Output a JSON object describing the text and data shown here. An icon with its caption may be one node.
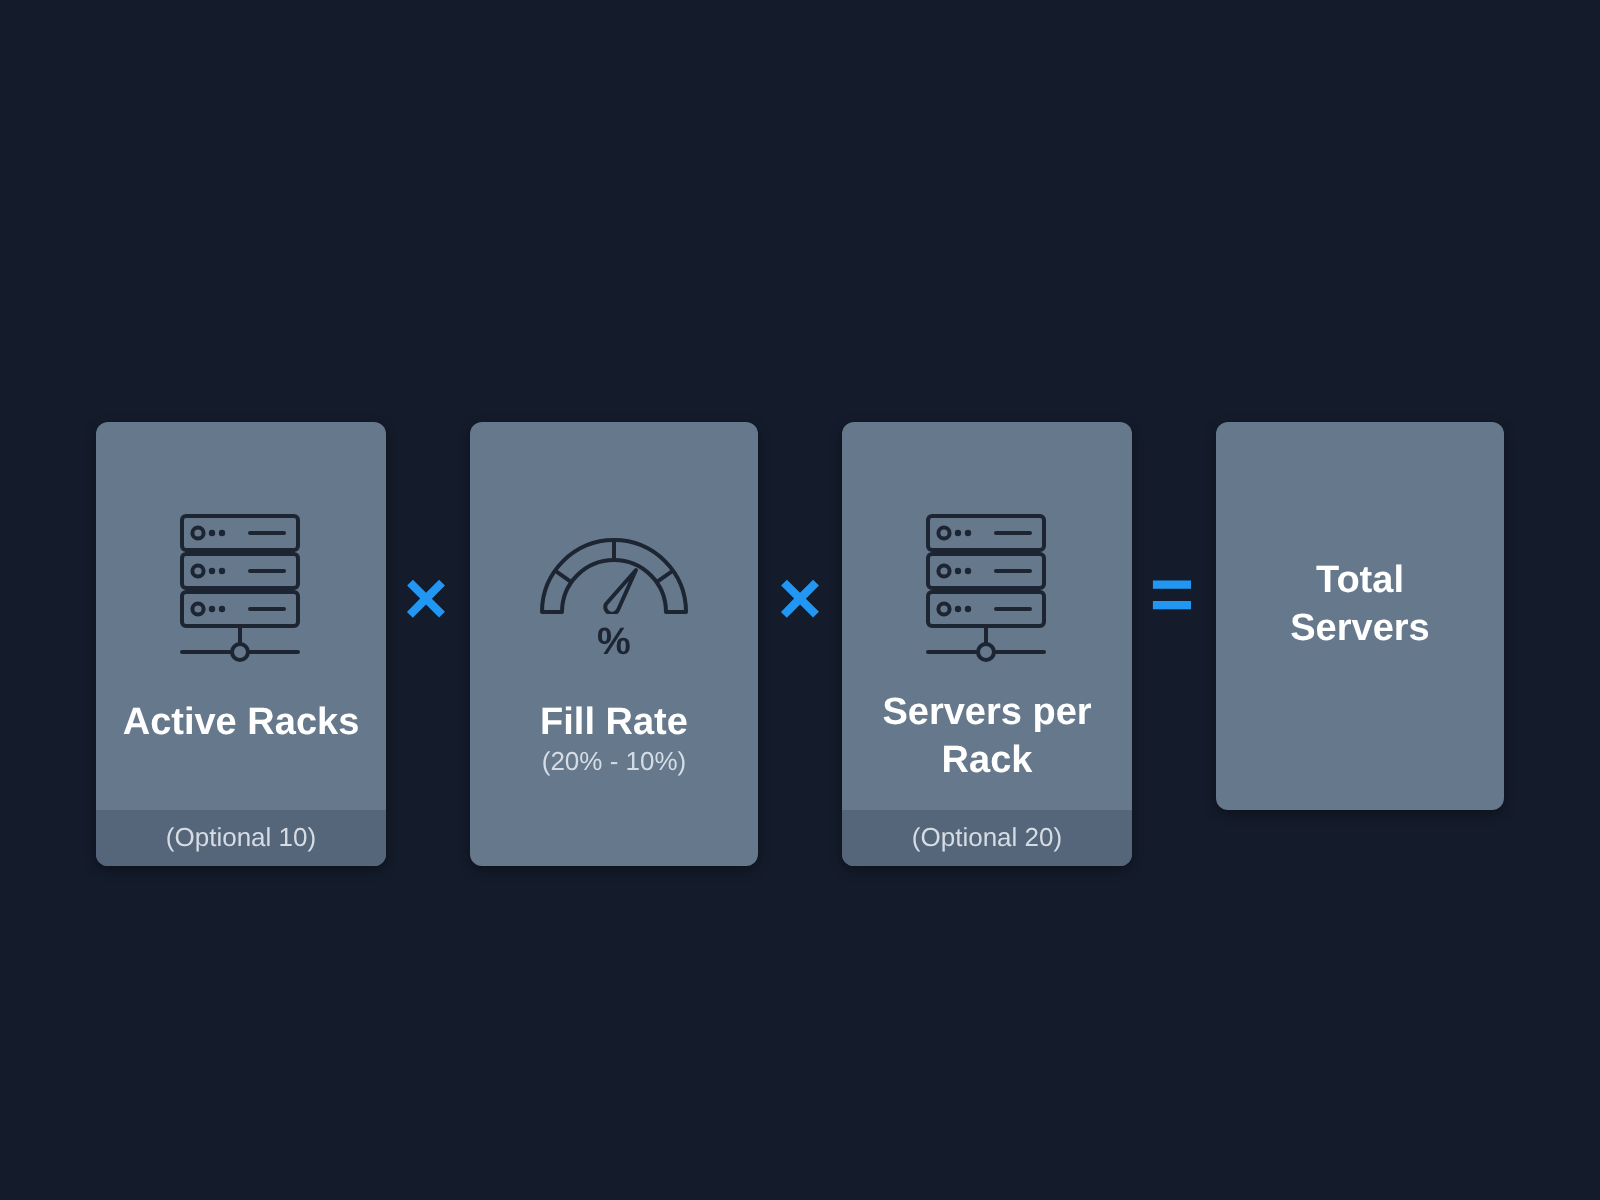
{
  "diagram": {
    "nodes": [
      {
        "text": [
          "Active Racks",
          "(Optional 10)"
        ]
      },
      {
        "text": [
          "%",
          "Fill Rate",
          "(20% - 10%)"
        ]
      },
      {
        "text": [
          "Servers per Rack",
          "(Optional 20)"
        ]
      },
      {
        "text": [
          "Total Servers"
        ]
      }
    ],
    "labels": [
      "×",
      "×",
      "="
    ]
  }
}
